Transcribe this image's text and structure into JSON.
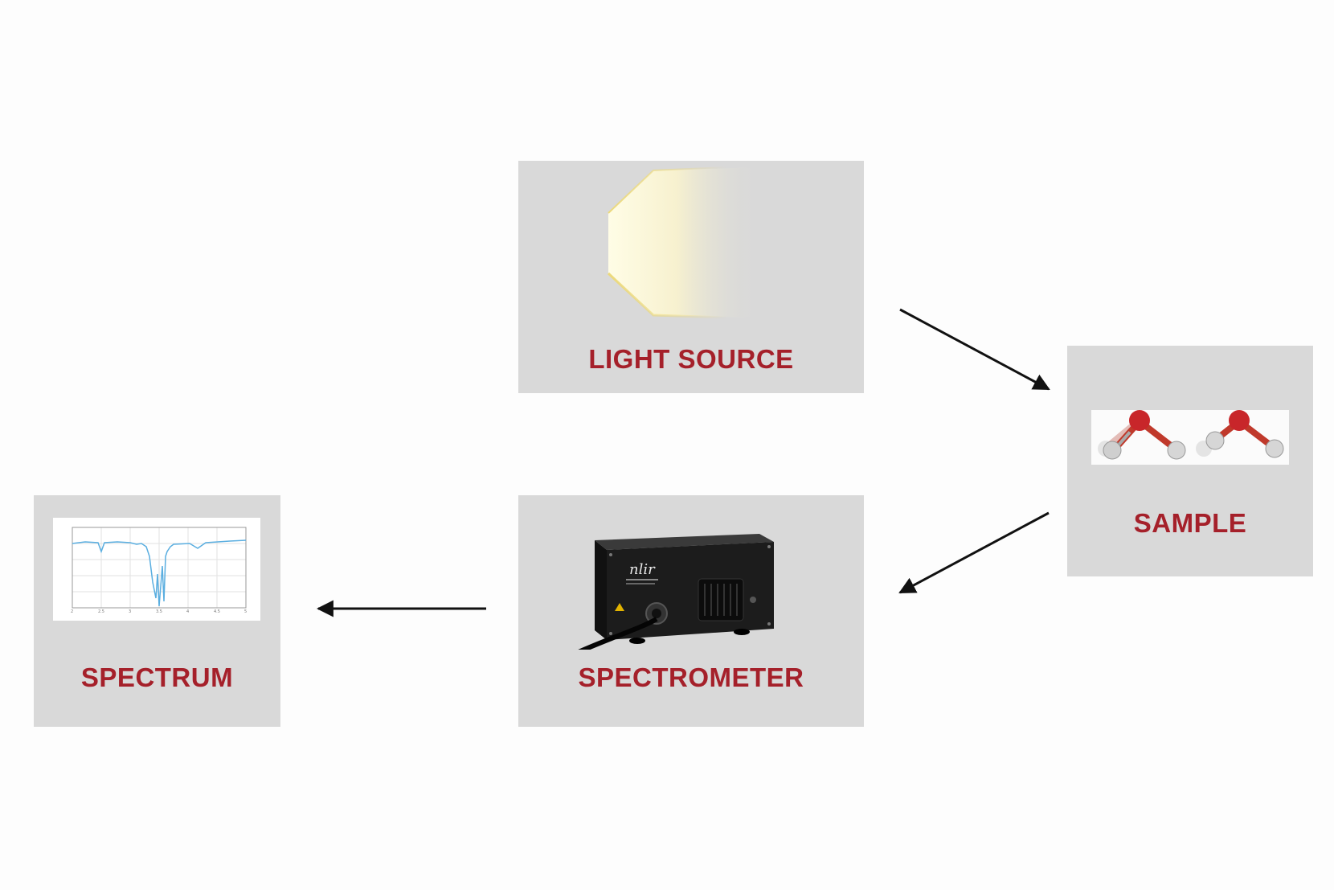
{
  "colors": {
    "label": "#a5202a",
    "box": "#d9d9d9",
    "arrow": "#111111",
    "spectrum_line": "#5aaee0"
  },
  "nodes": {
    "light_source": {
      "label": "LIGHT SOURCE",
      "icon": "light-beam"
    },
    "sample": {
      "label": "SAMPLE",
      "icon": "water-molecule-vibration"
    },
    "spectrometer": {
      "label": "SPECTROMETER",
      "icon": "spectrometer-device",
      "device_brand": "nlir"
    },
    "spectrum": {
      "label": "SPECTRUM",
      "icon": "spectrum-plot"
    }
  },
  "edges": [
    {
      "from": "light_source",
      "to": "sample"
    },
    {
      "from": "sample",
      "to": "spectrometer"
    },
    {
      "from": "spectrometer",
      "to": "spectrum"
    }
  ]
}
